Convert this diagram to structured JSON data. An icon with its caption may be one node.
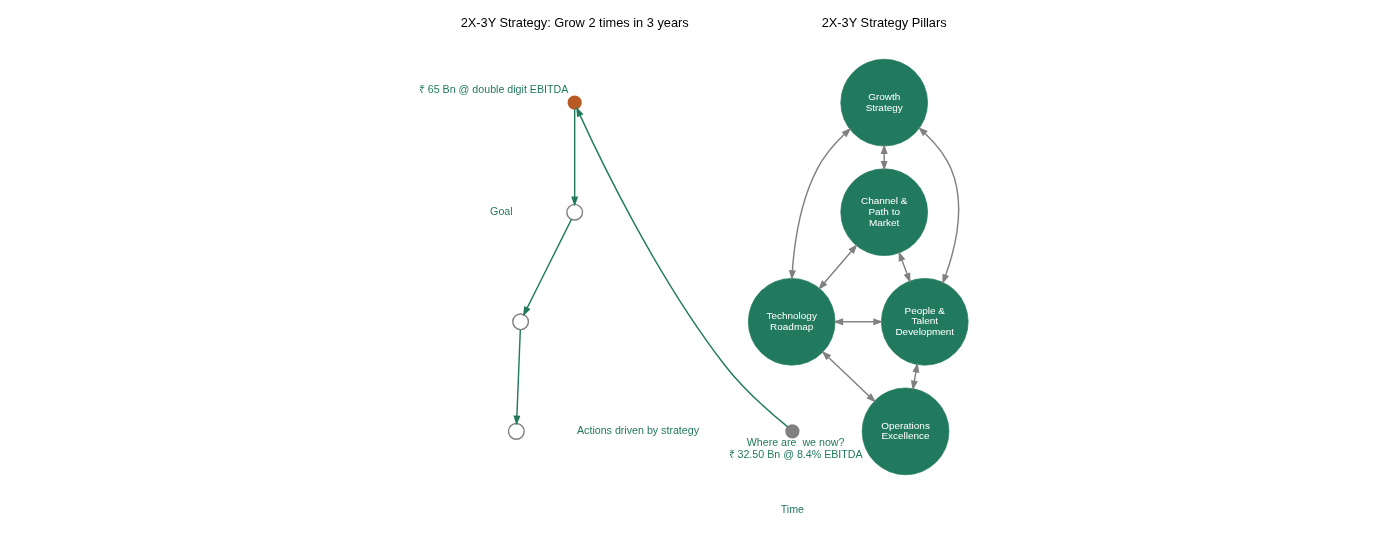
{
  "diagram": {
    "nodes": [
      {
        "text": [],
        "shape": "circle",
        "beside": [
          "₹ 65 Bn @ double digit EBITDA"
        ]
      },
      {
        "text": [],
        "shape": "circle"
      },
      {
        "text": [],
        "shape": "circle"
      },
      {
        "text": [],
        "shape": "circle"
      },
      {
        "text": [],
        "shape": "circle",
        "beside": [
          "Where are  we now?",
          "₹ 32.50 Bn @ 8.4% EBITDA"
        ]
      },
      {
        "text": [
          "Growth Strategy"
        ]
      },
      {
        "text": [
          "Channel & Path to Market"
        ]
      },
      {
        "text": [
          "Technology Roadmap"
        ]
      },
      {
        "text": [
          "People & Talent Development"
        ]
      },
      {
        "text": [
          "Operations Excellence"
        ]
      }
    ],
    "edges": [
      {
        "from": 4,
        "to": 0,
        "arrow": "to",
        "color": "#217a5e"
      },
      {
        "from": 0,
        "to": 1,
        "arrow": "to",
        "color": "#217a5e"
      },
      {
        "from": 1,
        "to": 2,
        "arrow": "to",
        "color": "#217a5e"
      },
      {
        "from": 2,
        "to": 3,
        "arrow": "to",
        "color": "#217a5e"
      },
      {
        "from": 5,
        "to": 6,
        "arrow": "both"
      },
      {
        "from": 5,
        "to": 7,
        "arrow": "both"
      },
      {
        "from": 5,
        "to": 8,
        "arrow": "both"
      },
      {
        "from": 6,
        "to": 7,
        "arrow": "both"
      },
      {
        "from": 6,
        "to": 8,
        "arrow": "both"
      },
      {
        "from": 7,
        "to": 8,
        "arrow": "both"
      },
      {
        "from": 7,
        "to": 9,
        "arrow": "both"
      },
      {
        "from": 9,
        "to": 8,
        "arrow": "both"
      }
    ],
    "labels": [
      "2X-3Y Strategy: Grow 2 times in 3 years",
      "2X-3Y Strategy Pillars",
      "Goal",
      "Actions driven by strategy",
      "Time"
    ]
  }
}
